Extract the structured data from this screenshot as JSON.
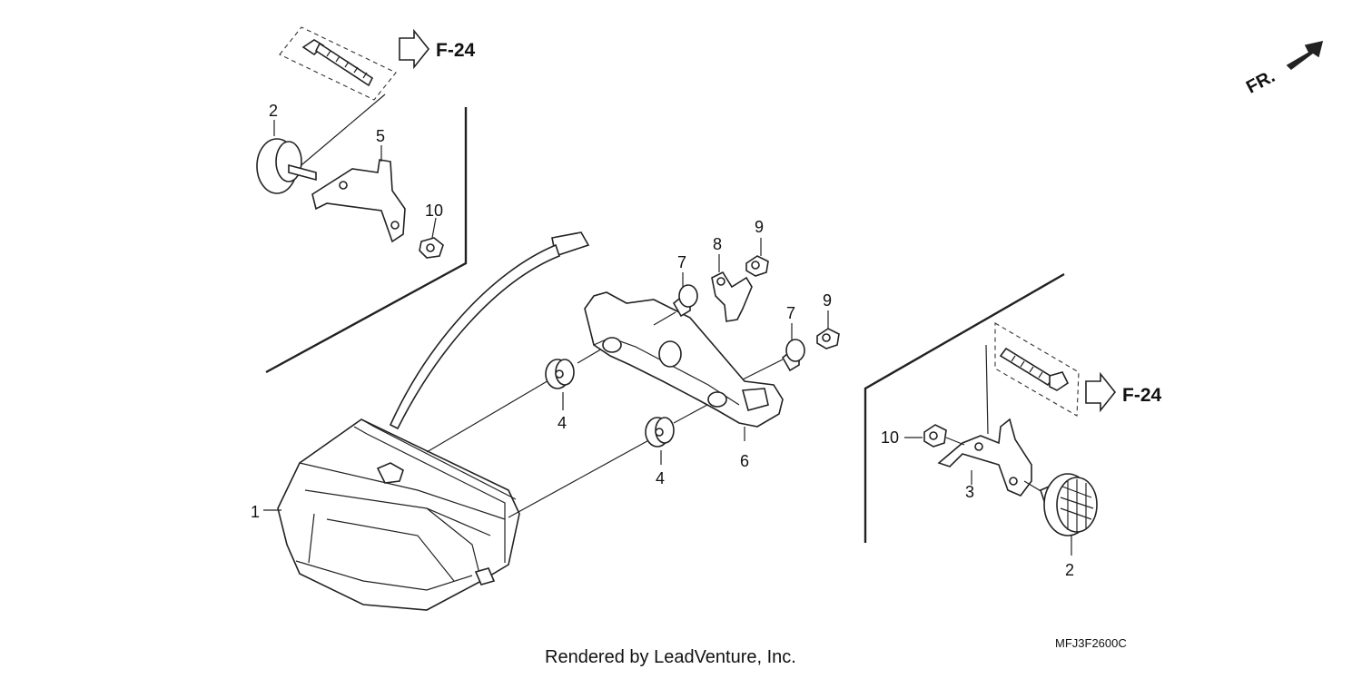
{
  "diagram": {
    "callouts": [
      {
        "id": "c1",
        "text": "1"
      },
      {
        "id": "c2a",
        "text": "2"
      },
      {
        "id": "c2b",
        "text": "2"
      },
      {
        "id": "c3",
        "text": "3"
      },
      {
        "id": "c4a",
        "text": "4"
      },
      {
        "id": "c4b",
        "text": "4"
      },
      {
        "id": "c5",
        "text": "5"
      },
      {
        "id": "c6",
        "text": "6"
      },
      {
        "id": "c7a",
        "text": "7"
      },
      {
        "id": "c7b",
        "text": "7"
      },
      {
        "id": "c8",
        "text": "8"
      },
      {
        "id": "c9a",
        "text": "9"
      },
      {
        "id": "c9b",
        "text": "9"
      },
      {
        "id": "c10a",
        "text": "10"
      },
      {
        "id": "c10b",
        "text": "10"
      }
    ],
    "refs": {
      "left": "F-24",
      "right": "F-24"
    },
    "front_indicator": "FR.",
    "drawing_code": "MFJ3F2600C",
    "credit": "Rendered by LeadVenture, Inc."
  }
}
